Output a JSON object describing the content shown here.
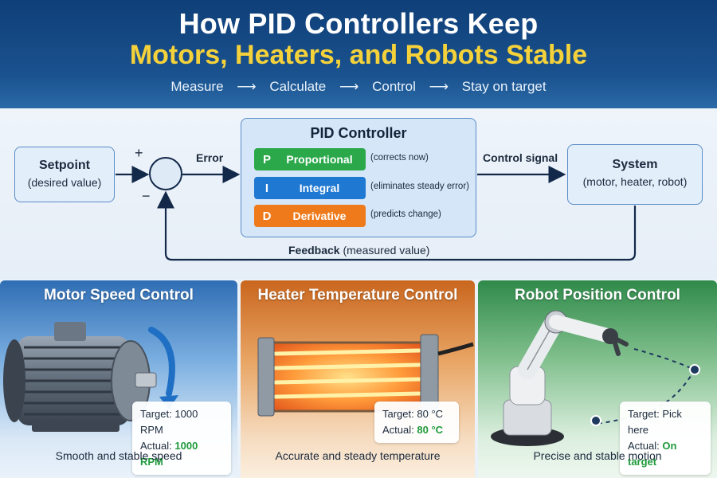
{
  "header": {
    "title_line1": "How PID Controllers Keep",
    "title_line2": "Motors, Heaters, and Robots Stable",
    "steps": [
      "Measure",
      "Calculate",
      "Control",
      "Stay on target"
    ],
    "arrow_glyph": "⟶"
  },
  "diagram": {
    "setpoint": {
      "title": "Setpoint",
      "subtitle": "(desired value)"
    },
    "plus_sign": "+",
    "minus_sign": "−",
    "error_label": "Error",
    "pid": {
      "title": "PID Controller",
      "terms": [
        {
          "letter": "P",
          "name": "Proportional",
          "note": "(corrects now)",
          "color": "#2aa84a"
        },
        {
          "letter": "I",
          "name": "Integral",
          "note": "(eliminates steady error)",
          "color": "#1f78d1"
        },
        {
          "letter": "D",
          "name": "Derivative",
          "note": "(predicts change)",
          "color": "#ee7a1b"
        }
      ]
    },
    "control_signal_label": "Control signal",
    "system": {
      "title": "System",
      "subtitle": "(motor, heater, robot)"
    },
    "feedback": {
      "bold": "Feedback",
      "rest": " (measured value)"
    }
  },
  "panels": [
    {
      "title": "Motor Speed Control",
      "target_label": "Target:",
      "target_value": "1000 RPM",
      "actual_label": "Actual:",
      "actual_value": "1000 RPM",
      "caption": "Smooth and stable speed"
    },
    {
      "title": "Heater Temperature Control",
      "target_label": "Target:",
      "target_value": "80 °C",
      "actual_label": "Actual:",
      "actual_value": "80 °C",
      "caption": "Accurate and steady temperature"
    },
    {
      "title": "Robot Position Control",
      "target_label": "Target:",
      "target_value": "Pick here",
      "actual_label": "Actual:",
      "actual_value": "On target",
      "caption": "Precise and stable motion"
    }
  ],
  "colors": {
    "header_blue": "#0f3f78",
    "title_yellow": "#f6d23a",
    "ok_green": "#1d9a3a",
    "motor_panel": "#2f6db4",
    "heater_panel": "#c9661e",
    "robot_panel": "#2f8a4a"
  }
}
